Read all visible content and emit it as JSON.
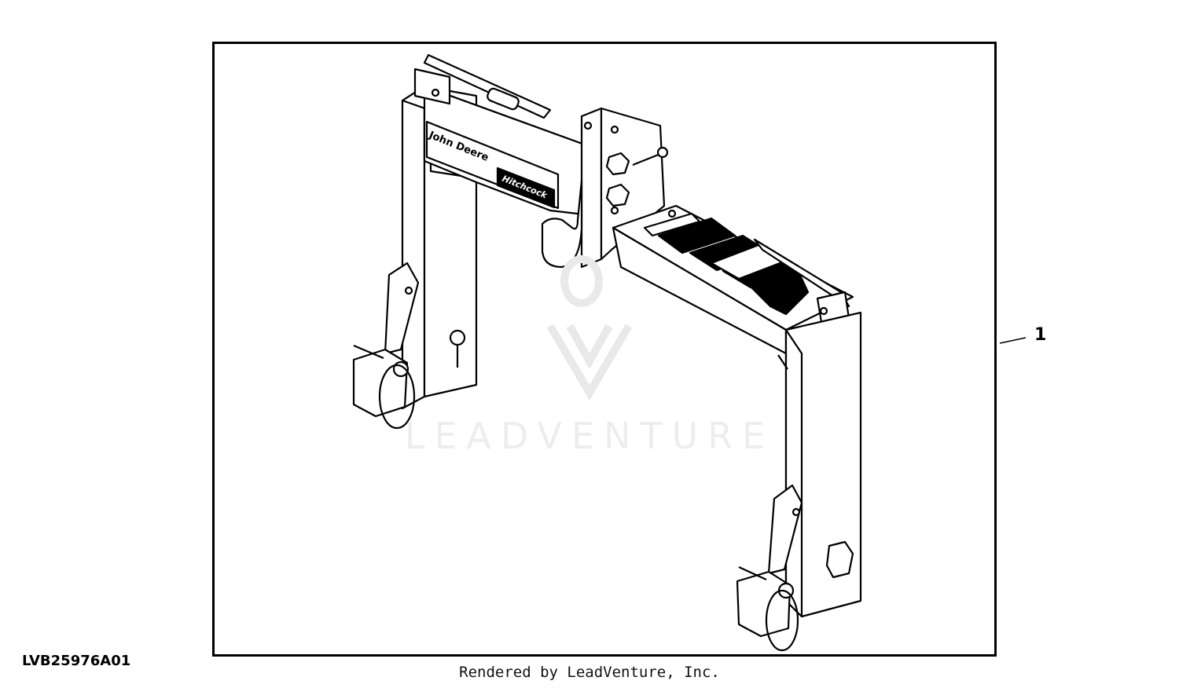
{
  "diagram": {
    "callout_label": "1",
    "figure_id": "LVB25976A01",
    "render_credit": "Rendered by LeadVenture, Inc.",
    "watermark": "LEADVENTURE",
    "brand_decal": {
      "line1": "John Deere",
      "line2": "Hitchcock"
    },
    "colors": {
      "line": "#000000",
      "fill": "#ffffff",
      "decal": "#000000",
      "watermark": "#e9e9e9"
    }
  }
}
